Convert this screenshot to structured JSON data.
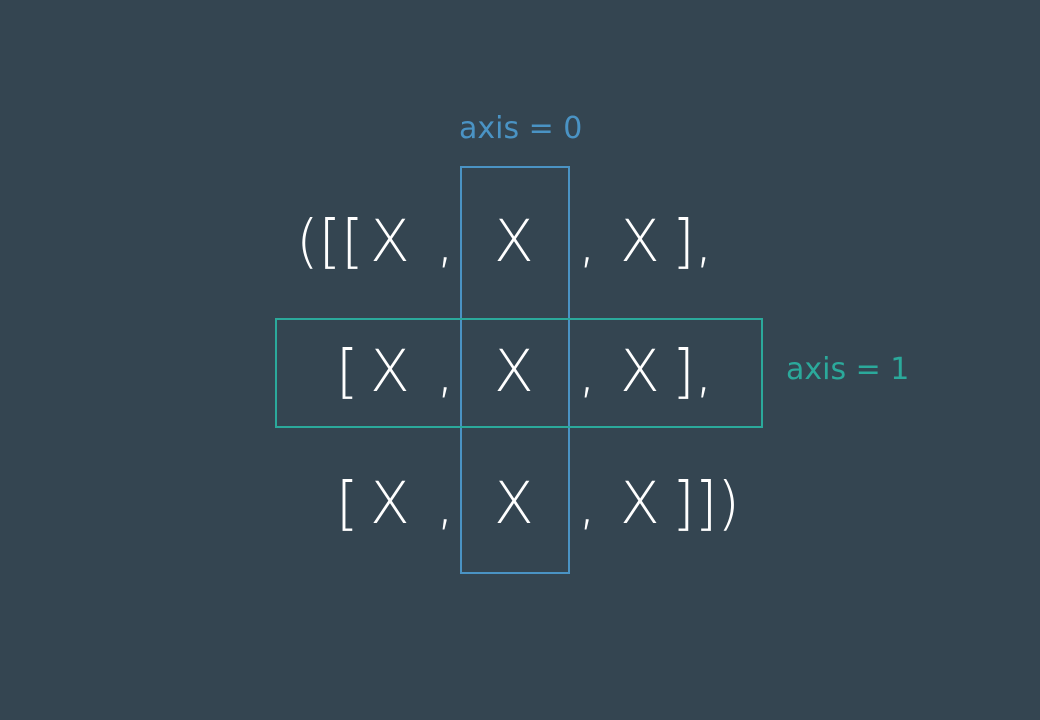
{
  "colors": {
    "background": "#344551",
    "text": "#ffffff",
    "axis0": "#4a93c4",
    "axis1": "#2ba99b"
  },
  "labels": {
    "axis0": "axis = 0",
    "axis1": "axis = 1"
  },
  "rows": [
    {
      "open": "([[",
      "cells": [
        "X",
        "X",
        "X"
      ],
      "sep1": ",",
      "sep2": ",",
      "close": "],"
    },
    {
      "open": "[",
      "cells": [
        "X",
        "X",
        "X"
      ],
      "sep1": ",",
      "sep2": ",",
      "close": "],"
    },
    {
      "open": "[",
      "cells": [
        "X",
        "X",
        "X"
      ],
      "sep1": ",",
      "sep2": ",",
      "close": "]])"
    }
  ]
}
